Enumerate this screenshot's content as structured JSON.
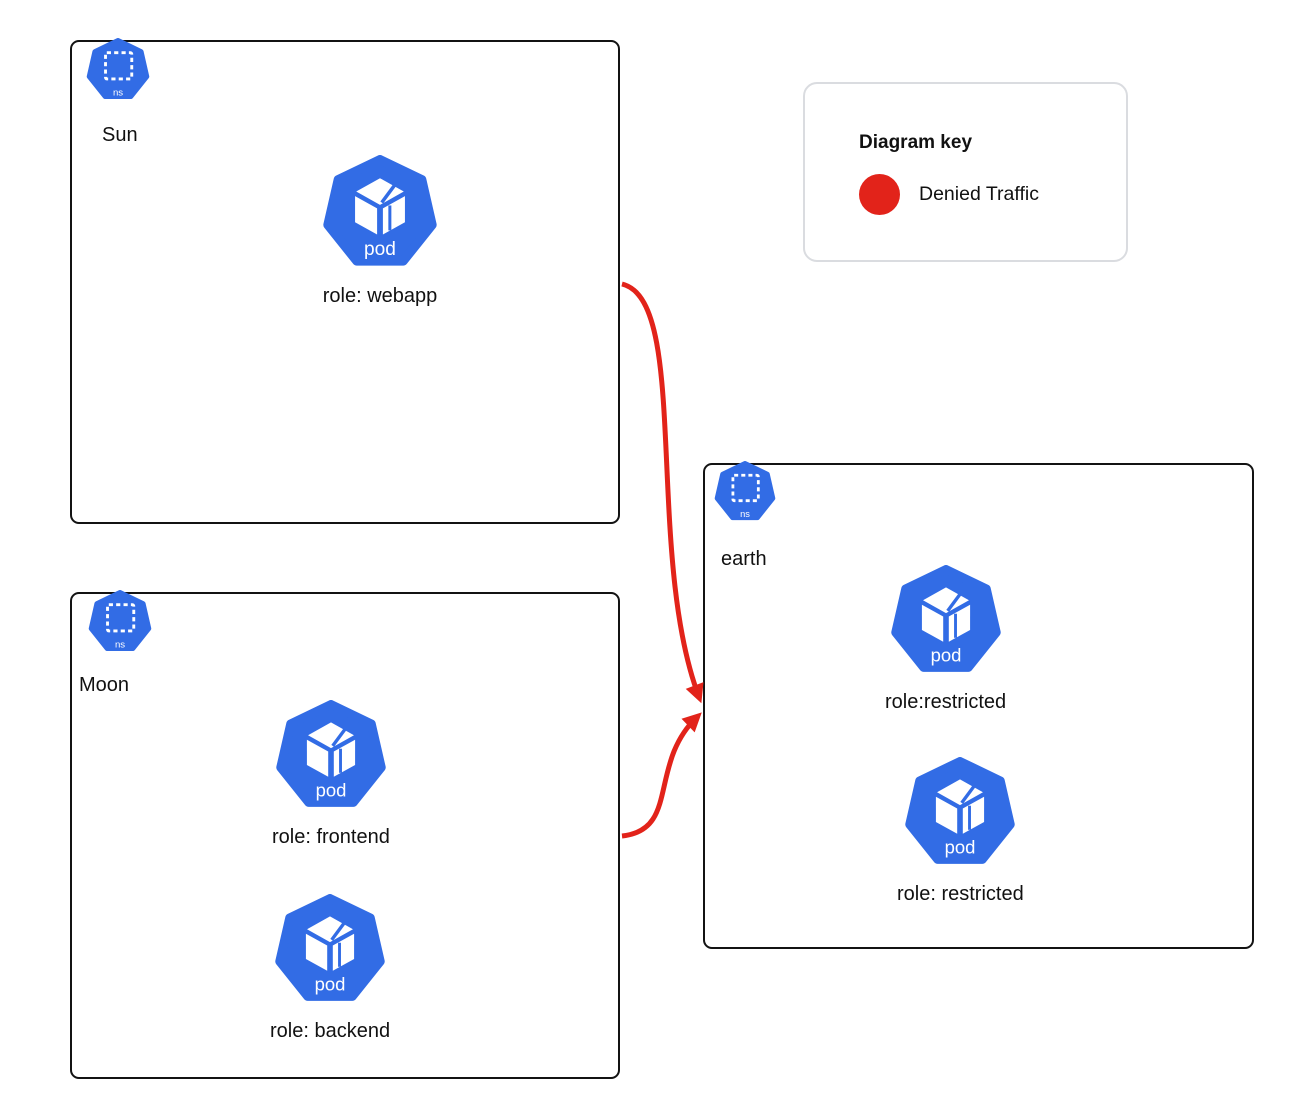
{
  "namespaces": [
    {
      "name": "Sun",
      "pods": [
        "role: webapp"
      ]
    },
    {
      "name": "Moon",
      "pods": [
        "role: frontend",
        "role: backend"
      ]
    },
    {
      "name": "earth",
      "pods": [
        "role:restricted",
        "role: restricted"
      ]
    }
  ],
  "icons": {
    "ns": "ns",
    "pod": "pod"
  },
  "key": {
    "title": "Diagram key",
    "items": [
      {
        "label": "Denied Traffic",
        "shape": "circle",
        "color": "#e2231a"
      }
    ]
  },
  "edges": [
    {
      "from_namespace": "Sun",
      "from_pod": "role: webapp",
      "to_namespace": "earth",
      "type": "denied"
    },
    {
      "from_namespace": "Moon",
      "from_pod": "role: frontend",
      "to_namespace": "earth",
      "type": "denied"
    }
  ],
  "colors": {
    "kubernetes_blue": "#326ce5",
    "denied_red": "#e2231a",
    "box_border": "#131313",
    "key_border": "#dadce0",
    "text_color": "#111111"
  }
}
